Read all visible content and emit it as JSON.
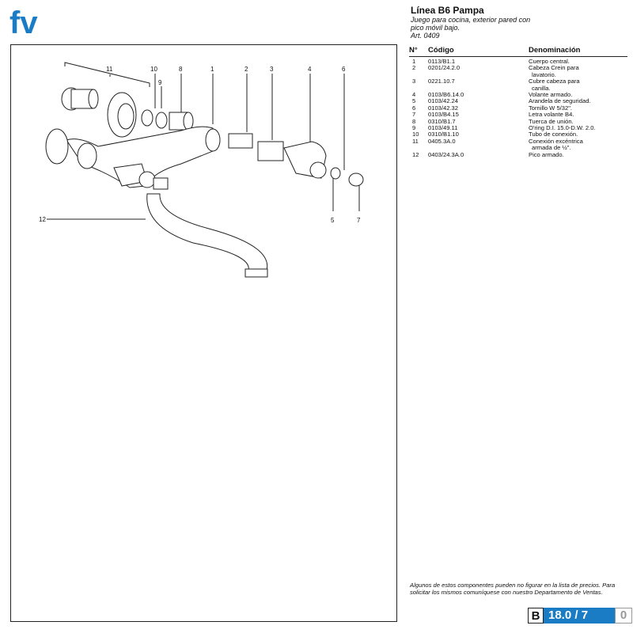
{
  "logo": {
    "text": "fv",
    "color": "#1a7cc5"
  },
  "header": {
    "title": "Línea B6 Pampa",
    "subtitle_lines": [
      "Juego para cocina, exterior pared con",
      "pico móvil bajo.",
      "Art. 0409"
    ]
  },
  "diagram": {
    "callouts": [
      "11",
      "10",
      "9",
      "8",
      "1",
      "2",
      "3",
      "4",
      "6",
      "12",
      "5",
      "7"
    ]
  },
  "parts_table": {
    "headers": [
      "N°",
      "Código",
      "Denominación"
    ],
    "rows": [
      {
        "n": "1",
        "code": "0113/B1.1",
        "name": [
          "Cuerpo central."
        ]
      },
      {
        "n": "2",
        "code": "0201/24.2.0",
        "name": [
          "Cabeza Crein para",
          "lavatorio."
        ]
      },
      {
        "n": "3",
        "code": "0221.10.7",
        "name": [
          "Cubre cabeza para",
          "canilla."
        ]
      },
      {
        "n": "4",
        "code": "0103/B6.14.0",
        "name": [
          "Volante armado."
        ]
      },
      {
        "n": "5",
        "code": "0103/42.24",
        "name": [
          "Arandela de seguridad."
        ]
      },
      {
        "n": "6",
        "code": "0103/42.32",
        "name": [
          "Tornillo W 5/32\"."
        ]
      },
      {
        "n": "7",
        "code": "0103/B4.15",
        "name": [
          "Letra volante B4."
        ]
      },
      {
        "n": "8",
        "code": "0310/B1.7",
        "name": [
          "Tuerca de unión."
        ]
      },
      {
        "n": "9",
        "code": "0103/49.11",
        "name": [
          "O'ring D.I. 15.0-D.W. 2.0."
        ]
      },
      {
        "n": "10",
        "code": "0310/B1.10",
        "name": [
          "Tubo de conexión."
        ]
      },
      {
        "n": "11",
        "code": "0405.3A.0",
        "name": [
          "Conexión excéntrica",
          "armada de ½\"."
        ]
      },
      {
        "n": "12",
        "code": "0403/24.3A.0",
        "name": [
          "Pico armado."
        ]
      }
    ]
  },
  "note": "Algunos de estos componentes pueden no figurar en la lista de precios. Para solicitar los mismos comuníquese con nuestro Departamento de Ventas.",
  "footer": {
    "section": "B",
    "page": "18.0 / 7",
    "suffix": "0"
  },
  "colors": {
    "accent": "#1a7cc5",
    "border": "#222222"
  }
}
